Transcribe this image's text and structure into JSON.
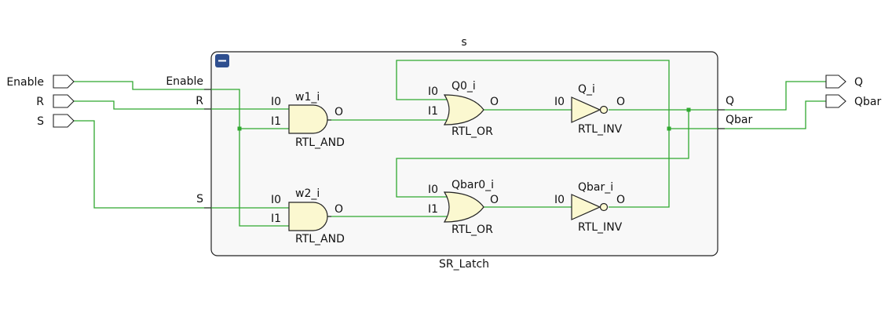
{
  "colors": {
    "wire": "#2fa82f",
    "gate_fill": "#fbf8d0",
    "block_fill": "#f8f8f8",
    "collapse_button": "#2f4f8f"
  },
  "block": {
    "instance_label": "s",
    "module_label": "SR_Latch",
    "collapse_icon": "minus-icon"
  },
  "top_ports": {
    "inputs": [
      "Enable",
      "R",
      "S"
    ],
    "outputs": [
      "Q",
      "Qbar"
    ]
  },
  "block_pins": {
    "inputs": [
      "Enable",
      "R",
      "S"
    ],
    "outputs": [
      "Q",
      "Qbar"
    ]
  },
  "cells": {
    "w1": {
      "name": "w1_i",
      "type": "RTL_AND",
      "in0": "I0",
      "in1": "I1",
      "out": "O"
    },
    "w2": {
      "name": "w2_i",
      "type": "RTL_AND",
      "in0": "I0",
      "in1": "I1",
      "out": "O"
    },
    "q0": {
      "name": "Q0_i",
      "type": "RTL_OR",
      "in0": "I0",
      "in1": "I1",
      "out": "O"
    },
    "qbar0": {
      "name": "Qbar0_i",
      "type": "RTL_OR",
      "in0": "I0",
      "in1": "I1",
      "out": "O"
    },
    "qi": {
      "name": "Q_i",
      "type": "RTL_INV",
      "in0": "I0",
      "out": "O"
    },
    "qbari": {
      "name": "Qbar_i",
      "type": "RTL_INV",
      "in0": "I0",
      "out": "O"
    }
  }
}
